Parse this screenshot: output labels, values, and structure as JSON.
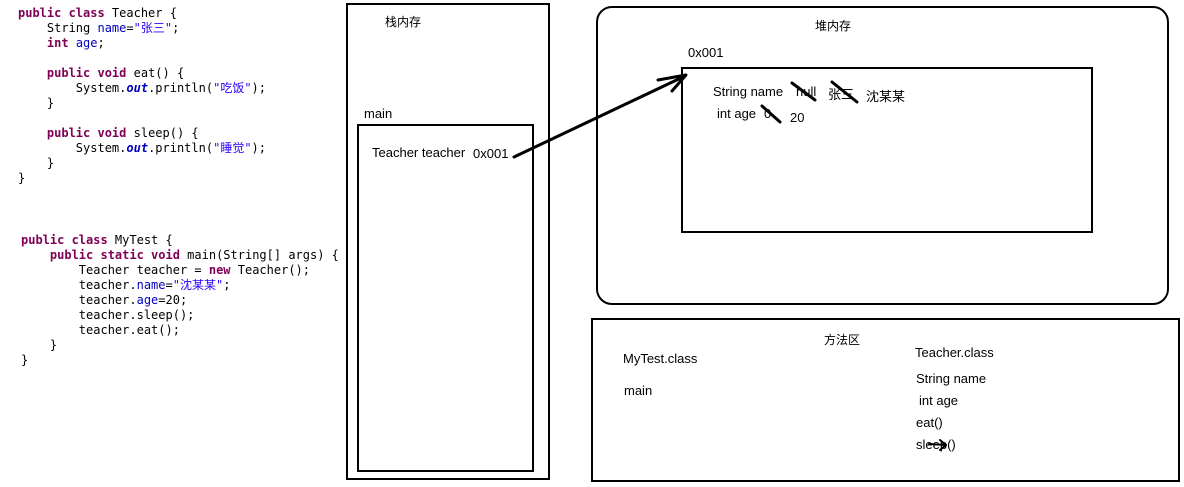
{
  "code": {
    "teacher_class": {
      "l1": [
        "public class",
        " Teacher {"
      ],
      "l2": [
        "String ",
        "name",
        "=",
        "\"张三\"",
        ";"
      ],
      "l3": [
        "int",
        " ",
        "age",
        ";"
      ],
      "l4": [
        "public void",
        " eat() {"
      ],
      "l5": [
        "System.",
        "out",
        ".println(",
        "\"吃饭\"",
        ");"
      ],
      "l6": "}",
      "l7": [
        "public void",
        " sleep() {"
      ],
      "l8": [
        "System.",
        "out",
        ".println(",
        "\"睡觉\"",
        ");"
      ],
      "l9": "}",
      "l10": "}"
    },
    "mytest_class": {
      "l1": [
        "public class",
        " MyTest {"
      ],
      "l2": [
        "public static void",
        " main(String[] args) {"
      ],
      "l3": [
        "Teacher teacher = ",
        "new",
        " Teacher();"
      ],
      "l4": [
        "teacher.",
        "name",
        "=",
        "\"沈某某\"",
        ";"
      ],
      "l5": [
        "teacher.",
        "age",
        "=20;"
      ],
      "l6": "teacher.sleep();",
      "l7": "teacher.eat();",
      "l8": "}",
      "l9": "}"
    }
  },
  "stack": {
    "title": "栈内存",
    "frame_label": "main",
    "var_label": "Teacher teacher",
    "var_value": "0x001"
  },
  "heap": {
    "title": "堆内存",
    "address": "0x001",
    "field_name_label": "String name",
    "name_value_1": "null",
    "name_value_2": "张三",
    "name_value_3": "沈某某",
    "field_age_label": "int age",
    "age_value_1": "0",
    "age_value_2": "20"
  },
  "method_area": {
    "title": "方法区",
    "mytest_label": "MyTest.class",
    "mytest_method": "main",
    "teacher_label": "Teacher.class",
    "teacher_field_1": "String name",
    "teacher_field_2": "int age",
    "teacher_method_1": "eat()",
    "teacher_method_2": "sleep()"
  }
}
